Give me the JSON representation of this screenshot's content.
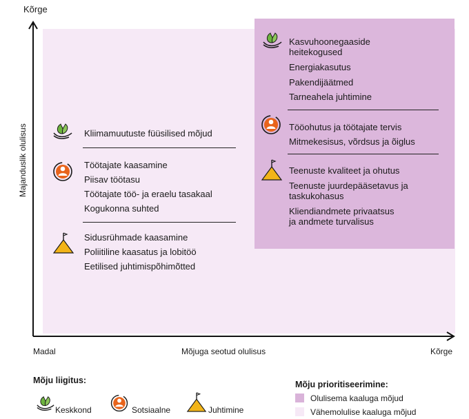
{
  "axes": {
    "y_top": "Kõrge",
    "y_label": "Majanduslik olulisus",
    "x_low": "Madal",
    "x_label": "Mõjuga seotud olulisus",
    "x_high": "Kõrge"
  },
  "low_priority": {
    "environment": [
      "Kliimamuutuste füüsilised mõjud"
    ],
    "social": [
      "Töötajate kaasamine",
      "Piisav töötasu",
      "Töötajate töö- ja eraelu tasakaal",
      "Kogukonna suhted"
    ],
    "governance": [
      "Sidusrühmade kaasamine",
      "Poliitiline kaasatus ja lobitöö",
      "Eetilised juhtimispõhimõtted"
    ]
  },
  "high_priority": {
    "environment": [
      "Kasvuhoonegaaside",
      "heitekogused",
      "Energiakasutus",
      "Pakendijäätmed",
      "Tarneahela juhtimine"
    ],
    "social": [
      "Tööohutus ja töötajate tervis",
      "Mitmekesisus, võrdsus ja õiglus"
    ],
    "governance": [
      "Teenuste kvaliteet ja ohutus",
      "Teenuste juurdepääsetavus ja",
      "taskukohasus",
      "Kliendiandmete privaatsus",
      "ja andmete turvalisus"
    ]
  },
  "legend": {
    "category_title": "Mõju liigitus:",
    "environment": "Keskkond",
    "social": "Sotsiaalne",
    "governance": "Juhtimine",
    "priority_title": "Mõju prioritiseerimine:",
    "high": "Olulisema kaaluga mõjud",
    "low": "Vähemolulise kaaluga mõjud"
  },
  "colors": {
    "high_area": "#dcb7dc",
    "low_area": "#f6e9f6",
    "legend_high_swatch": "#d9b3d9",
    "legend_low_swatch": "#f6e9f6",
    "social_icon": "#e8641c",
    "governance_icon": "#f2b418",
    "environment_icon": "#6db33f"
  }
}
